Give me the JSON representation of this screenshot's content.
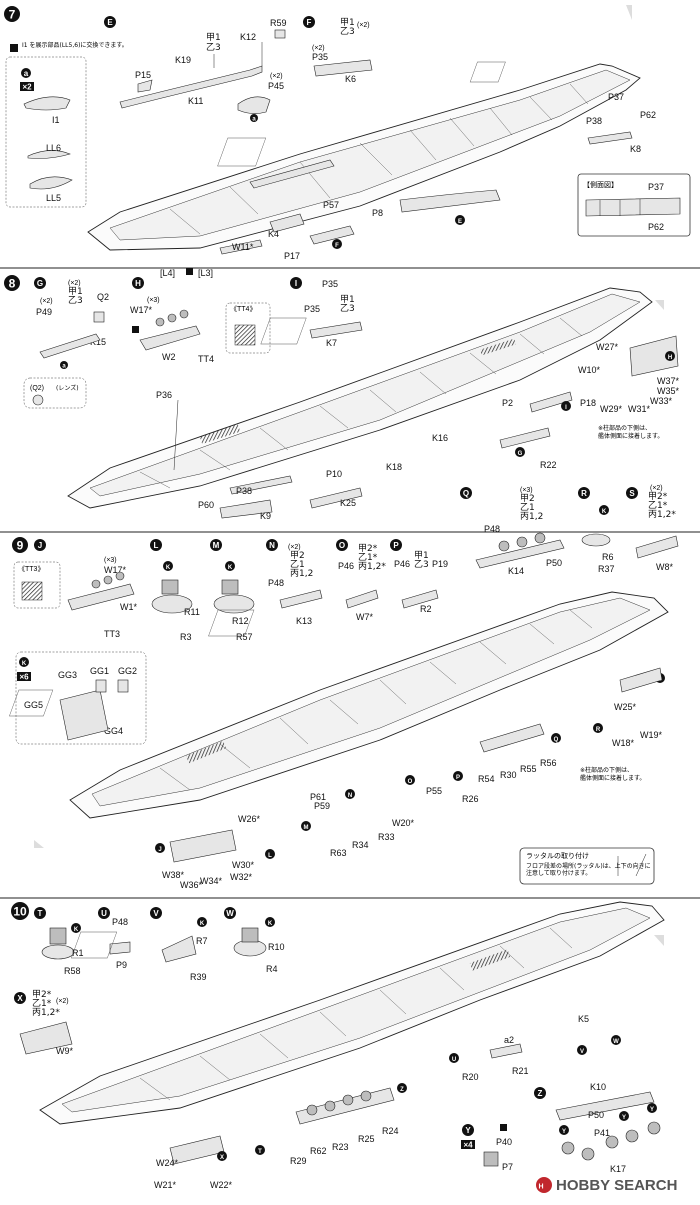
{
  "footer": {
    "watermark": "HOBBY SEARCH"
  },
  "step7": {
    "number": "7",
    "note_parts": "I1 を展示部品(LL5,6)に交換できます。",
    "x2": "×2",
    "I1": "I1",
    "LL6": "LL6",
    "LL5": "LL5",
    "E": "E",
    "F": "F",
    "labels": {
      "K19": "K19",
      "P15": "P15",
      "K11": "K11",
      "K12": "K12",
      "R59": "R59",
      "ko1": "甲1",
      "otsu3": "乙3",
      "x2b": "(×2)",
      "P45": "P45",
      "x2c": "(×2)",
      "P35": "P35",
      "K6": "K6",
      "P37": "P37",
      "P62": "P62",
      "P38": "P38",
      "K8": "K8",
      "P57": "P57",
      "P8": "P8",
      "K4": "K4",
      "W11": "W11*",
      "P17": "P17",
      "L4": "[L4]",
      "L3": "[L3]"
    },
    "side_view": {
      "title": "【側面図】",
      "P37": "P37",
      "P62": "P62"
    }
  },
  "step8": {
    "number": "8",
    "G": "G",
    "H": "H",
    "I": "I",
    "labels": {
      "x2a": "(×2)",
      "ko1": "甲1",
      "otsu3": "乙3",
      "Q2": "Q2",
      "P49": "P49",
      "x2b": "(×2)",
      "K15": "K15",
      "x3": "(×3)",
      "W17": "W17*",
      "W2": "W2",
      "TT4": "TT4",
      "TT4t": "《TT4》",
      "P35": "P35",
      "P35b": "P35",
      "K7": "K7",
      "ko1b": "甲1",
      "otsu3b": "乙3",
      "Q2b": "(Q2)",
      "lens": "(レンズ)",
      "W27": "W27*",
      "W10": "W10*",
      "P18": "P18",
      "P2": "P2",
      "K16": "K16",
      "K18": "K18",
      "P10": "P10",
      "R22": "R22",
      "P36": "P36",
      "P38": "P38",
      "P60": "P60",
      "K9": "K9",
      "K25": "K25",
      "W37": "W37*",
      "W35": "W35*",
      "W33": "W33*",
      "W29": "W29*",
      "W31": "W31*"
    },
    "note": "※柱部品の下側は、\n艦体側面に接着します。"
  },
  "step8b": {
    "Q": "Q",
    "R": "R",
    "S": "S",
    "labels": {
      "x3": "(×3)",
      "ko2": "甲2",
      "otsu1": "乙1",
      "hei12": "丙1,2",
      "P48": "P48",
      "K14": "K14",
      "P50": "P50",
      "R6": "R6",
      "R37": "R37",
      "x2": "(×2)",
      "ko2s": "甲2*",
      "otsu1s": "乙1*",
      "hei12s": "丙1,2*",
      "W8": "W8*"
    }
  },
  "step9": {
    "number": "9",
    "J": "J",
    "L": "L",
    "M": "M",
    "N": "N",
    "O": "O",
    "P": "P",
    "K": "K",
    "labels": {
      "TT3t": "《TT3》",
      "x3": "(×3)",
      "W17": "W17*",
      "W1": "W1*",
      "TT3": "TT3",
      "R11": "R11",
      "R3": "R3",
      "R12": "R12",
      "R57": "R57",
      "x2": "(×2)",
      "ko2": "甲2",
      "otsu1": "乙1",
      "hei12": "丙1,2",
      "P48": "P48",
      "K13": "K13",
      "ko2s": "甲2*",
      "otsu1s": "乙1*",
      "hei12s": "丙1,2*",
      "P46": "P46",
      "W7": "W7*",
      "ko1": "甲1",
      "otsu3": "乙3",
      "P46b": "P46",
      "P19": "P19",
      "R2": "R2",
      "x6": "×6",
      "GG3": "GG3",
      "GG1": "GG1",
      "GG2": "GG2",
      "GG5": "GG5",
      "GG4": "GG4",
      "W25": "W25*",
      "W18": "W18*",
      "W19": "W19*",
      "R54": "R54",
      "R30": "R30",
      "R55": "R55",
      "R56": "R56",
      "P55": "P55",
      "R26": "R26",
      "P61": "P61",
      "P59": "P59",
      "W20": "W20*",
      "W26": "W26*",
      "R63": "R63",
      "R34": "R34",
      "R33": "R33",
      "W38": "W38*",
      "W36": "W36*",
      "W34": "W34*",
      "W30": "W30*",
      "W32": "W32*"
    },
    "note": "※柱部品の下側は、\n艦体側面に接着します。",
    "ladder_title": "ラッタルの取り付け",
    "ladder_note": "フロア段差の場所(ラッタル)は、上下の向きに\n注意して取り付けます。"
  },
  "step10": {
    "number": "10",
    "T": "T",
    "U": "U",
    "V": "V",
    "W": "W",
    "X": "X",
    "Y": "Y",
    "Z": "Z",
    "K": "K",
    "labels": {
      "R1": "R1",
      "R58": "R58",
      "P48": "P48",
      "P9": "P9",
      "R7": "R7",
      "R39": "R39",
      "R10": "R10",
      "R4": "R4",
      "ko2s": "甲2*",
      "otsu1s": "乙1*",
      "hei12s": "丙1,2*",
      "x2": "(×2)",
      "W9": "W9*",
      "K5": "K5",
      "a2": "a2",
      "R20": "R20",
      "R21": "R21",
      "R29": "R29",
      "R62": "R62",
      "R23": "R23",
      "R25": "R25",
      "R24": "R24",
      "W24": "W24*",
      "W21": "W21*",
      "W22": "W22*",
      "x4": "×4",
      "P40": "P40",
      "P7": "P7",
      "K10": "K10",
      "P50": "P50",
      "P41": "P41",
      "K17": "K17"
    }
  }
}
